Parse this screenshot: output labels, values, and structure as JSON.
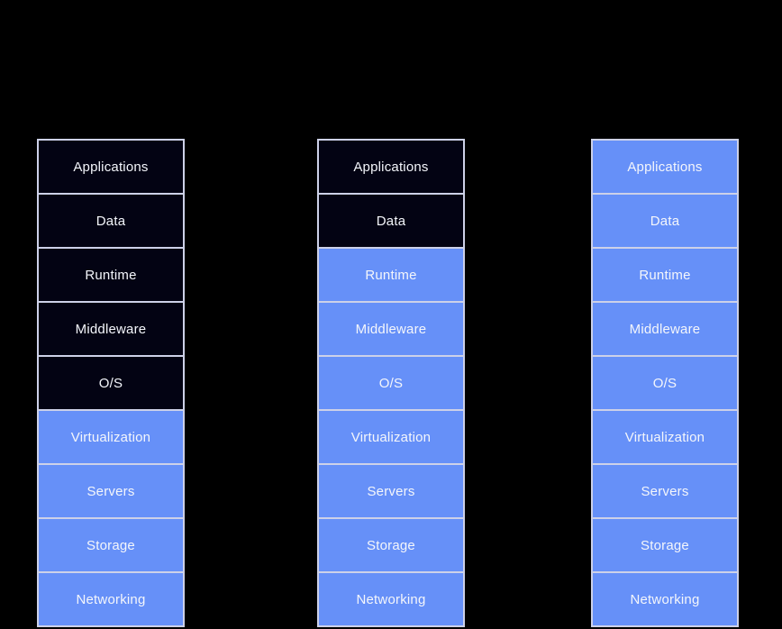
{
  "diagram": {
    "description": "Cloud service model layer stacks",
    "colors": {
      "background": "#000000",
      "box_dark_fill": "#030313",
      "box_blue_fill": "#6690f8",
      "box_border": "#cdd1e8",
      "label_text": "#f4f6fb"
    },
    "columns": [
      {
        "rows": [
          {
            "label": "Applications",
            "variant": "dark"
          },
          {
            "label": "Data",
            "variant": "dark"
          },
          {
            "label": "Runtime",
            "variant": "dark"
          },
          {
            "label": "Middleware",
            "variant": "dark"
          },
          {
            "label": "O/S",
            "variant": "dark"
          },
          {
            "label": "Virtualization",
            "variant": "blue"
          },
          {
            "label": "Servers",
            "variant": "blue"
          },
          {
            "label": "Storage",
            "variant": "blue"
          },
          {
            "label": "Networking",
            "variant": "blue"
          }
        ]
      },
      {
        "rows": [
          {
            "label": "Applications",
            "variant": "dark"
          },
          {
            "label": "Data",
            "variant": "dark"
          },
          {
            "label": "Runtime",
            "variant": "blue"
          },
          {
            "label": "Middleware",
            "variant": "blue"
          },
          {
            "label": "O/S",
            "variant": "blue"
          },
          {
            "label": "Virtualization",
            "variant": "blue"
          },
          {
            "label": "Servers",
            "variant": "blue"
          },
          {
            "label": "Storage",
            "variant": "blue"
          },
          {
            "label": "Networking",
            "variant": "blue"
          }
        ]
      },
      {
        "rows": [
          {
            "label": "Applications",
            "variant": "blue"
          },
          {
            "label": "Data",
            "variant": "blue"
          },
          {
            "label": "Runtime",
            "variant": "blue"
          },
          {
            "label": "Middleware",
            "variant": "blue"
          },
          {
            "label": "O/S",
            "variant": "blue"
          },
          {
            "label": "Virtualization",
            "variant": "blue"
          },
          {
            "label": "Servers",
            "variant": "blue"
          },
          {
            "label": "Storage",
            "variant": "blue"
          },
          {
            "label": "Networking",
            "variant": "blue"
          }
        ]
      }
    ]
  }
}
